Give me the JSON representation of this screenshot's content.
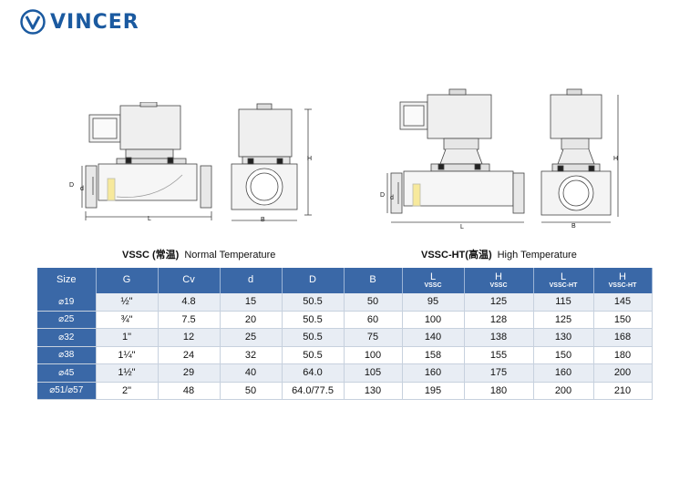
{
  "brand": {
    "name": "VINCER",
    "color": "#1b5aa0"
  },
  "captions": {
    "left": {
      "model": "VSSC (常温)",
      "desc": "Normal Temperature"
    },
    "right": {
      "model": "VSSC-HT(高温)",
      "desc": "High Temperature"
    }
  },
  "dims": {
    "d": "D",
    "dd": "d",
    "l": "L",
    "h": "H",
    "b": "B"
  },
  "table": {
    "header_color": "#3a68a7",
    "headers": [
      {
        "label": "Size",
        "sub": ""
      },
      {
        "label": "G",
        "sub": ""
      },
      {
        "label": "Cv",
        "sub": ""
      },
      {
        "label": "d",
        "sub": ""
      },
      {
        "label": "D",
        "sub": ""
      },
      {
        "label": "B",
        "sub": ""
      },
      {
        "label": "L",
        "sub": "VSSC"
      },
      {
        "label": "H",
        "sub": "VSSC"
      },
      {
        "label": "L",
        "sub": "VSSC-HT"
      },
      {
        "label": "H",
        "sub": "VSSC-HT"
      }
    ],
    "rows": [
      [
        "⌀19",
        "½\"",
        "4.8",
        "15",
        "50.5",
        "50",
        "95",
        "125",
        "115",
        "145"
      ],
      [
        "⌀25",
        "¾\"",
        "7.5",
        "20",
        "50.5",
        "60",
        "100",
        "128",
        "125",
        "150"
      ],
      [
        "⌀32",
        "1\"",
        "12",
        "25",
        "50.5",
        "75",
        "140",
        "138",
        "130",
        "168"
      ],
      [
        "⌀38",
        "1¼\"",
        "24",
        "32",
        "50.5",
        "100",
        "158",
        "155",
        "150",
        "180"
      ],
      [
        "⌀45",
        "1½\"",
        "29",
        "40",
        "64.0",
        "105",
        "160",
        "175",
        "160",
        "200"
      ],
      [
        "⌀51/⌀57",
        "2\"",
        "48",
        "50",
        "64.0/77.5",
        "130",
        "195",
        "180",
        "200",
        "210"
      ]
    ]
  }
}
